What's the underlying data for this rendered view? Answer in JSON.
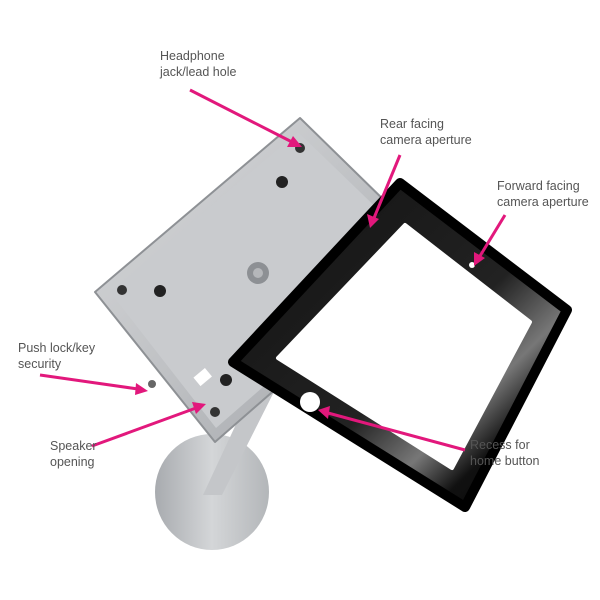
{
  "accent_color": "#e2187c",
  "labels": {
    "headphone": "Headphone\njack/lead hole",
    "rear_camera": "Rear facing\ncamera aperture",
    "forward_camera": "Forward facing\ncamera aperture",
    "push_lock": "Push lock/key\nsecurity",
    "speaker": "Speaker\nopening",
    "home_button": "Recess for\nhome button"
  }
}
